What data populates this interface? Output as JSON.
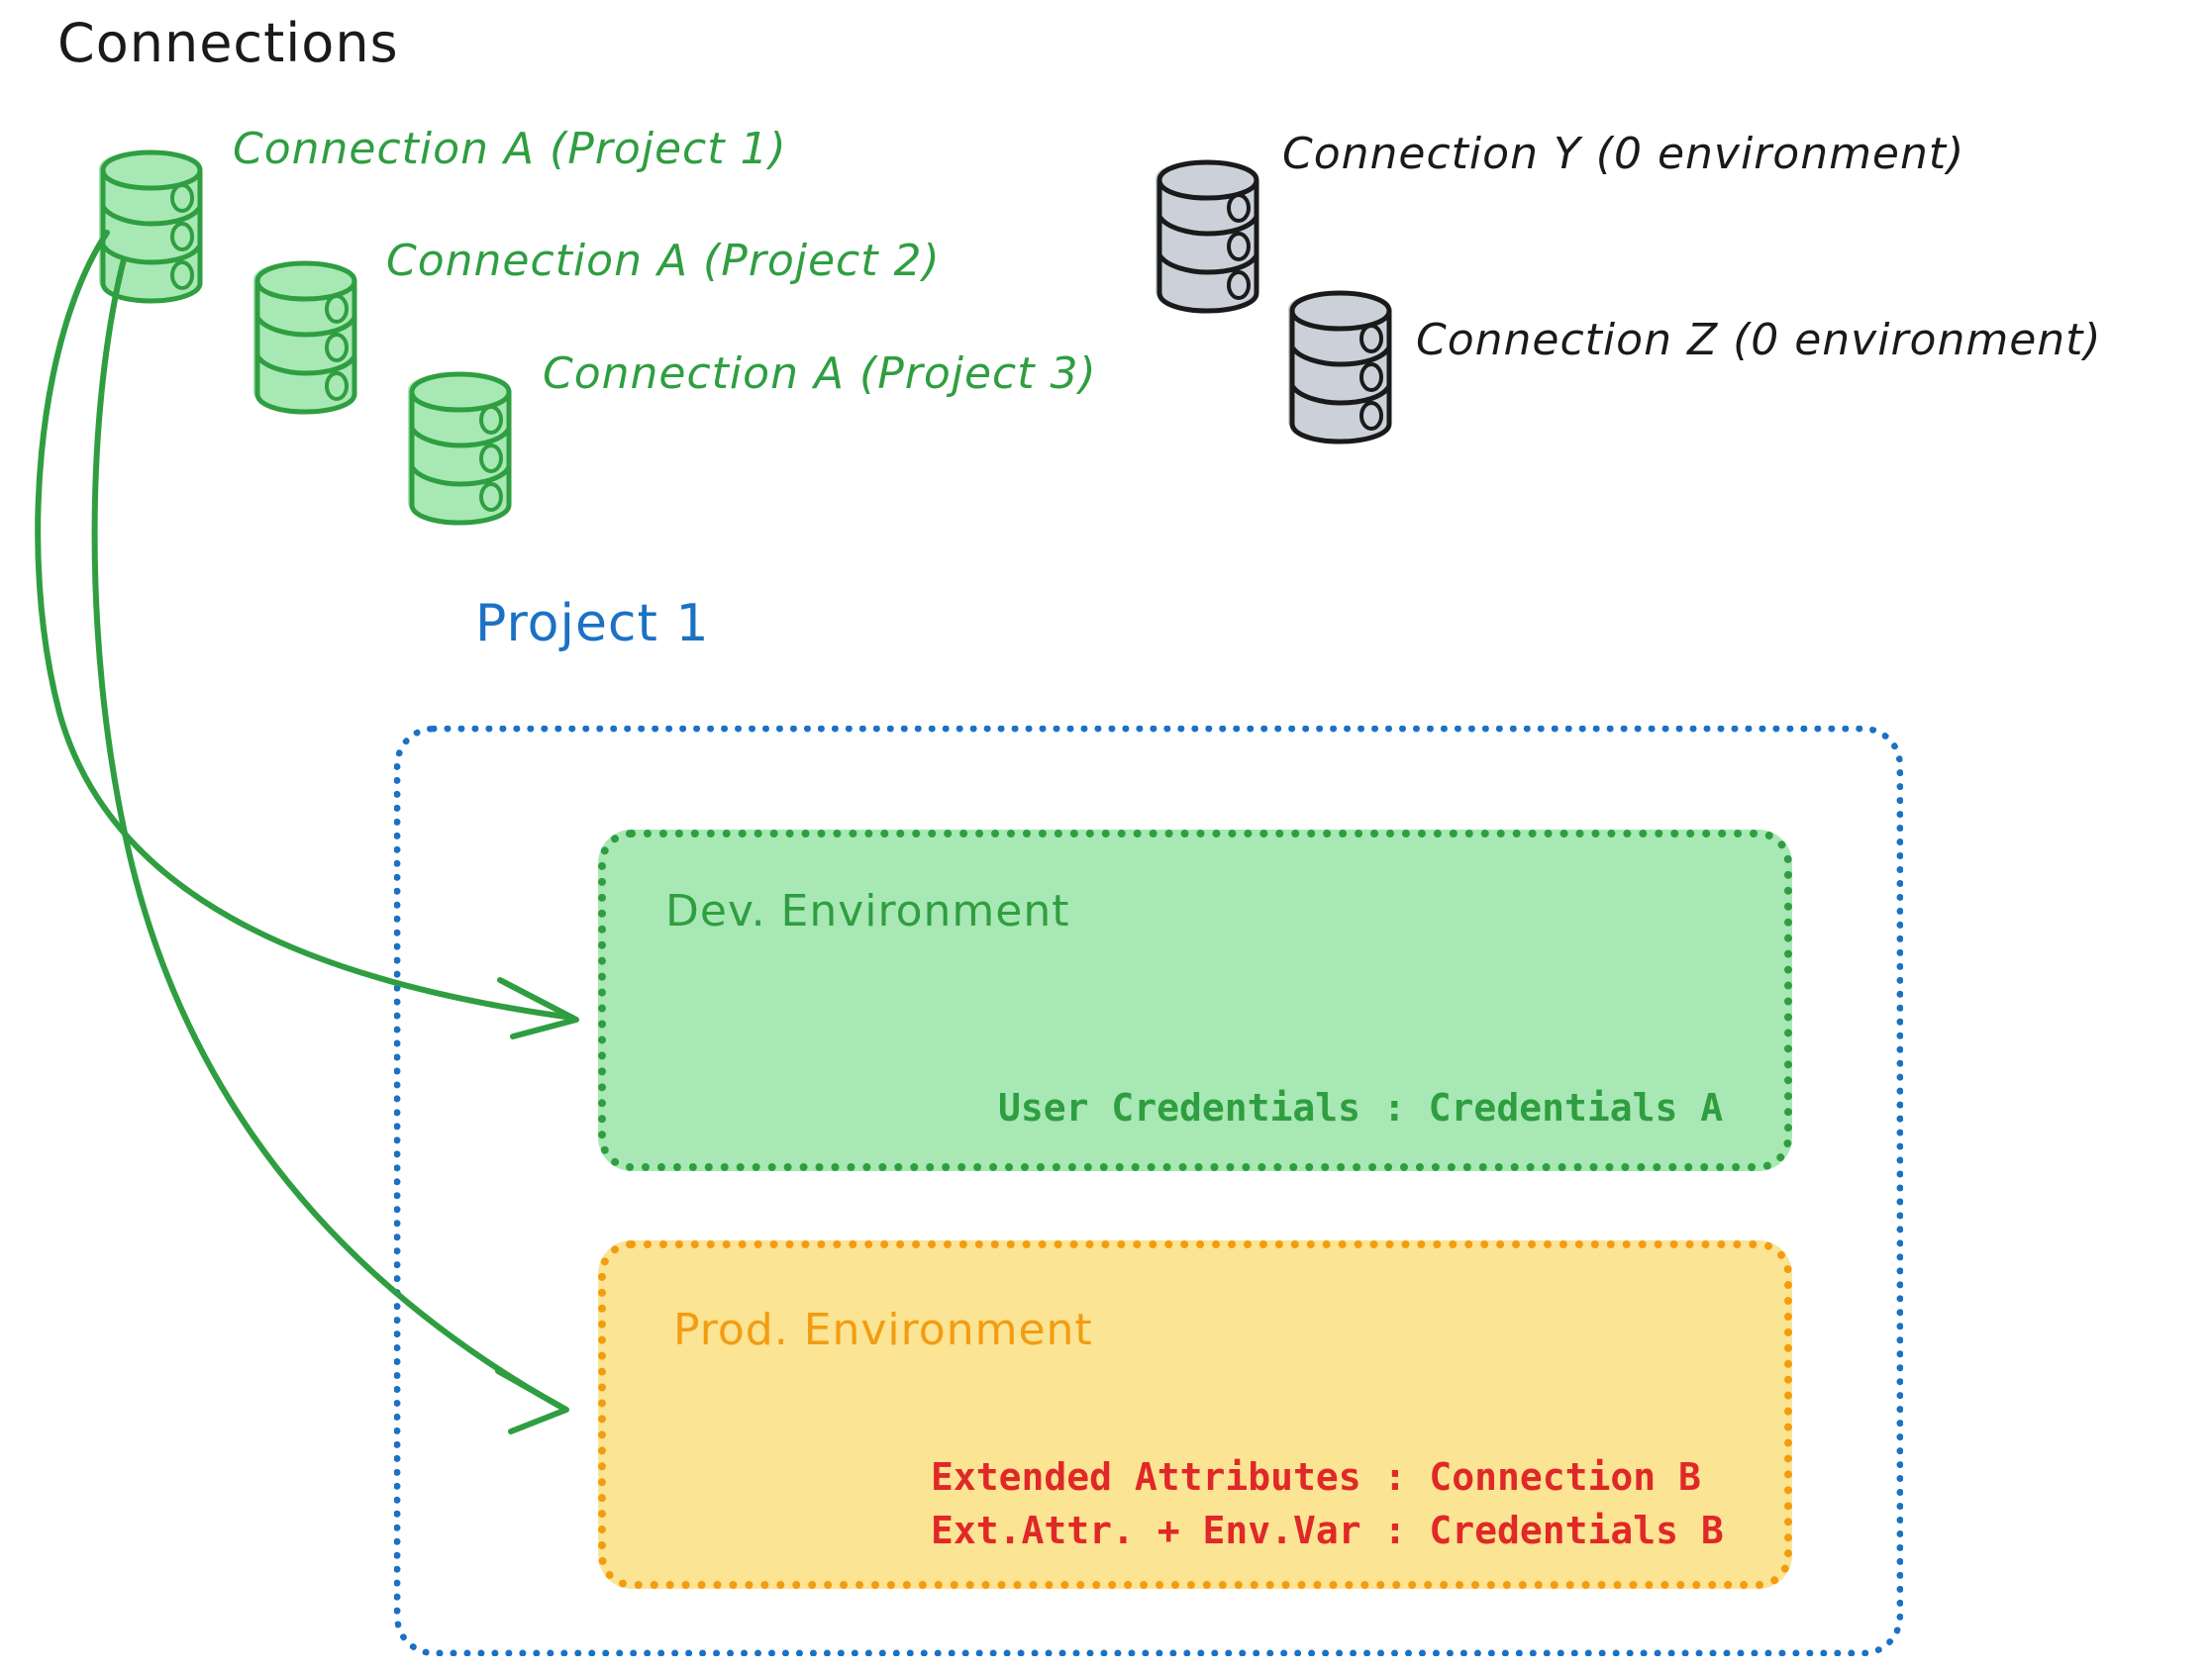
{
  "diagram": {
    "title": "Connections",
    "title_color": "#1a1a1a",
    "background": "#ffffff"
  },
  "connections": {
    "active": [
      {
        "label": "Connection A (Project 1)",
        "icon": "database-icon",
        "color": "#2f9e41",
        "fill": "#a8e8b4"
      },
      {
        "label": "Connection A (Project 2)",
        "icon": "database-icon",
        "color": "#2f9e41",
        "fill": "#a8e8b4"
      },
      {
        "label": "Connection A (Project 3)",
        "icon": "database-icon",
        "color": "#2f9e41",
        "fill": "#a8e8b4"
      }
    ],
    "inactive": [
      {
        "label": "Connection Y (0 environment)",
        "icon": "database-icon",
        "color": "#1a1a1a",
        "fill": "#ccd1d9"
      },
      {
        "label": "Connection Z (0 environment)",
        "icon": "database-icon",
        "color": "#1a1a1a",
        "fill": "#ccd1d9"
      }
    ]
  },
  "project": {
    "name": "Project 1",
    "border_color": "#1b71c4",
    "environments": [
      {
        "name": "Dev. Environment",
        "accent": "#2f9e41",
        "fill": "#a8e8b4",
        "details": [
          "User Credentials : Credentials A"
        ],
        "detail_color": "#2f9e41"
      },
      {
        "name": "Prod. Environment",
        "accent": "#f39c12",
        "fill": "#fbe493",
        "details": [
          "Extended Attributes : Connection B",
          "Ext.Attr. + Env.Var : Credentials B"
        ],
        "detail_color": "#e02828"
      }
    ]
  },
  "arrows": [
    {
      "from": "Connection A (Project 1)",
      "to": "Dev. Environment",
      "color": "#2f9e41"
    },
    {
      "from": "Connection A (Project 1)",
      "to": "Prod. Environment",
      "color": "#2f9e41"
    }
  ]
}
